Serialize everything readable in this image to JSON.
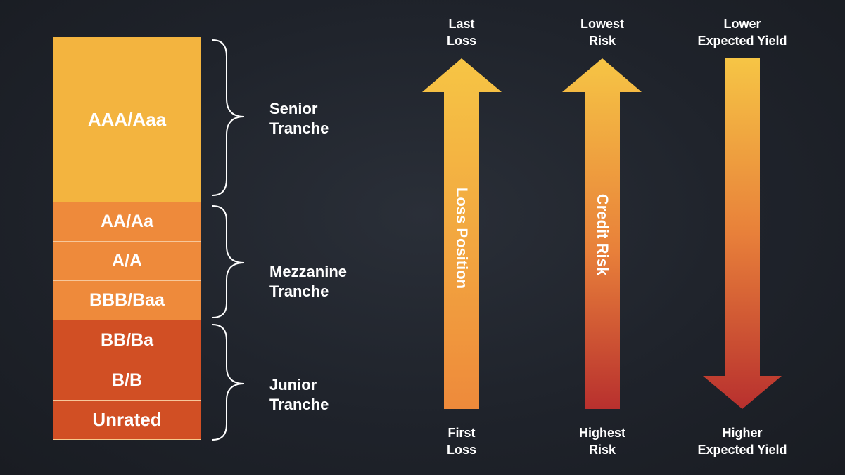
{
  "tranches": [
    {
      "name": "Senior",
      "label_line1": "Senior",
      "label_line2": "Tranche",
      "color": "#f3b43f",
      "ratings": [
        "AAA/Aaa"
      ]
    },
    {
      "name": "Mezzanine",
      "label_line1": "Mezzanine",
      "label_line2": "Tranche",
      "color": "#ee8a3b",
      "ratings": [
        "AA/Aa",
        "A/A",
        "BBB/Baa"
      ]
    },
    {
      "name": "Junior",
      "label_line1": "Junior",
      "label_line2": "Tranche",
      "color": "#d14f24",
      "ratings": [
        "BB/Ba",
        "B/B",
        "Unrated"
      ]
    }
  ],
  "arrows": {
    "loss_position": {
      "caption": "Loss Position",
      "top_line1": "Last",
      "top_line2": "Loss",
      "bottom_line1": "First",
      "bottom_line2": "Loss",
      "direction": "up"
    },
    "credit_risk": {
      "caption": "Credit Risk",
      "top_line1": "Lowest",
      "top_line2": "Risk",
      "bottom_line1": "Highest",
      "bottom_line2": "Risk",
      "direction": "up"
    },
    "expected_yield": {
      "top_line1": "Lower",
      "top_line2": "Expected Yield",
      "bottom_line1": "Higher",
      "bottom_line2": "Expected Yield",
      "direction": "down"
    }
  },
  "colors": {
    "background": "#1f232b",
    "gold": "#f5c043",
    "orange": "#ee8a3b",
    "red": "#b8302e",
    "text": "#ffffff",
    "bracket": "#ffffff"
  }
}
